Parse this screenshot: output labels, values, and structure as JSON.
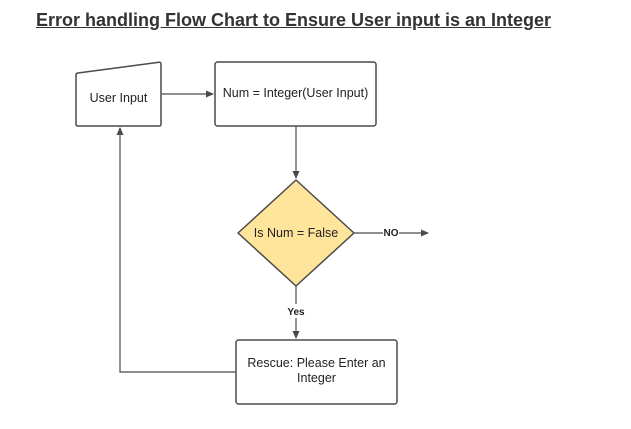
{
  "title": "Error handling Flow Chart to Ensure User input is an Integer",
  "nodes": {
    "user_input": {
      "label": "User Input",
      "shape": "manual-input"
    },
    "convert": {
      "label": "Num = Integer(User Input)",
      "shape": "process"
    },
    "decision": {
      "label": "Is Num = False",
      "shape": "decision",
      "fill": "#FFE49C"
    },
    "rescue": {
      "label_line1": "Rescue: Please Enter an",
      "label_line2": "Integer",
      "shape": "process"
    }
  },
  "edges": {
    "no_label": "NO",
    "yes_label": "Yes"
  },
  "colors": {
    "stroke": "#4a4a4a",
    "decision_fill": "#FFE49C"
  }
}
